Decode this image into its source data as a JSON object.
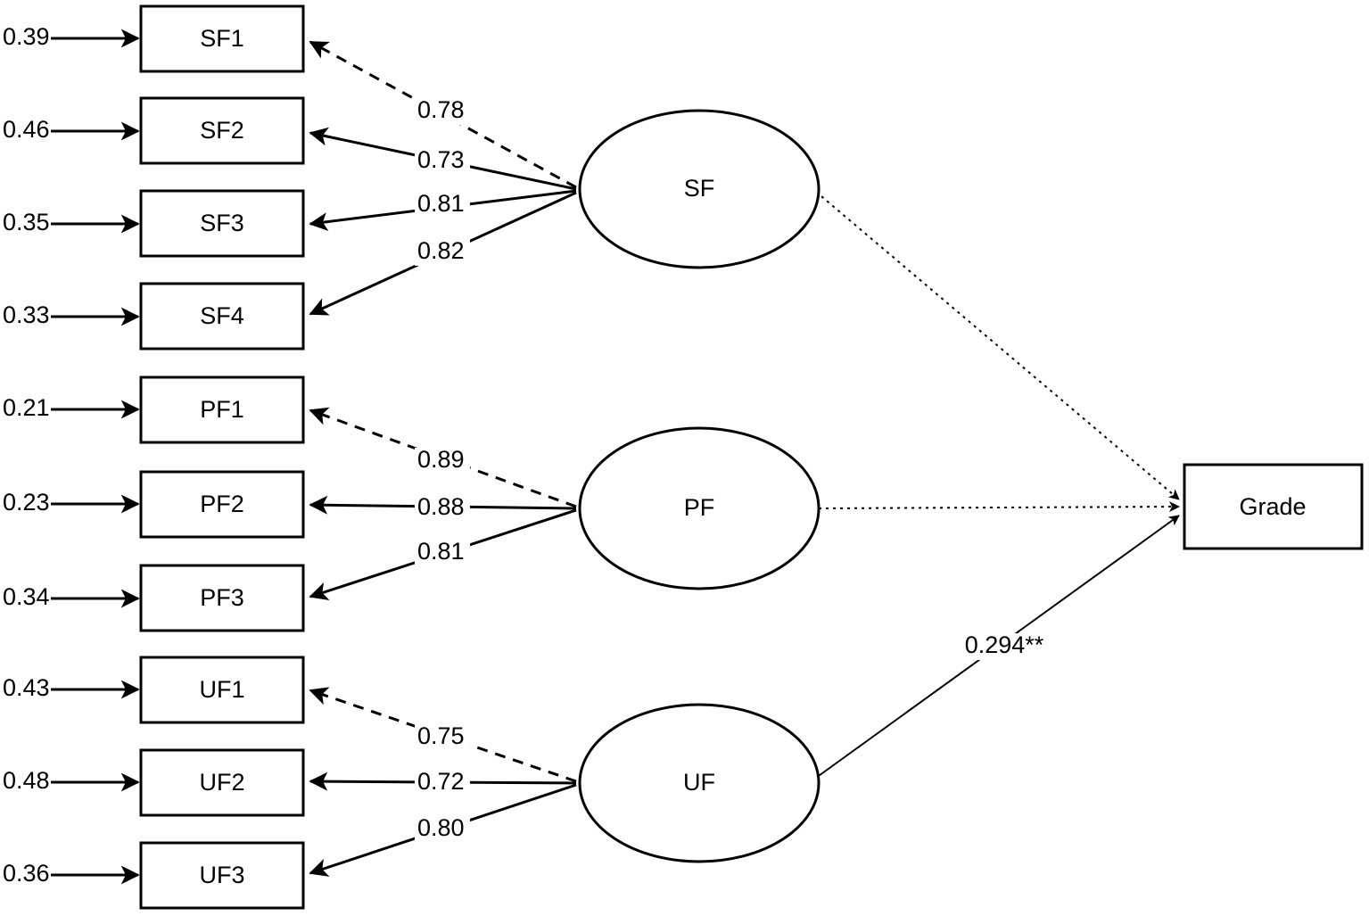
{
  "figure": {
    "type": "sem-path-diagram",
    "background_color": "#ffffff",
    "stroke_color": "#000000"
  },
  "indicators": [
    {
      "id": "SF1",
      "label": "SF1",
      "residual": "0.39",
      "loading": "0.78",
      "group": "SF",
      "line_style": "dashed"
    },
    {
      "id": "SF2",
      "label": "SF2",
      "residual": "0.46",
      "loading": "0.73",
      "group": "SF",
      "line_style": "solid"
    },
    {
      "id": "SF3",
      "label": "SF3",
      "residual": "0.35",
      "loading": "0.81",
      "group": "SF",
      "line_style": "solid"
    },
    {
      "id": "SF4",
      "label": "SF4",
      "residual": "0.33",
      "loading": "0.82",
      "group": "SF",
      "line_style": "solid"
    },
    {
      "id": "PF1",
      "label": "PF1",
      "residual": "0.21",
      "loading": "0.89",
      "group": "PF",
      "line_style": "dashed"
    },
    {
      "id": "PF2",
      "label": "PF2",
      "residual": "0.23",
      "loading": "0.88",
      "group": "PF",
      "line_style": "solid"
    },
    {
      "id": "PF3",
      "label": "PF3",
      "residual": "0.34",
      "loading": "0.81",
      "group": "PF",
      "line_style": "solid"
    },
    {
      "id": "UF1",
      "label": "UF1",
      "residual": "0.43",
      "loading": "0.75",
      "group": "UF",
      "line_style": "dashed"
    },
    {
      "id": "UF2",
      "label": "UF2",
      "residual": "0.48",
      "loading": "0.72",
      "group": "UF",
      "line_style": "solid"
    },
    {
      "id": "UF3",
      "label": "UF3",
      "residual": "0.36",
      "loading": "0.80",
      "group": "UF",
      "line_style": "solid"
    }
  ],
  "latent_factors": [
    {
      "id": "SF",
      "label": "SF"
    },
    {
      "id": "PF",
      "label": "PF"
    },
    {
      "id": "UF",
      "label": "UF"
    }
  ],
  "outcome": {
    "id": "Grade",
    "label": "Grade"
  },
  "structural_paths": [
    {
      "from": "SF",
      "to": "Grade",
      "coefficient": "",
      "line_style": "dotted"
    },
    {
      "from": "PF",
      "to": "Grade",
      "coefficient": "",
      "line_style": "dotted"
    },
    {
      "from": "UF",
      "to": "Grade",
      "coefficient": "0.294**",
      "line_style": "solid"
    }
  ],
  "chart_data": {
    "type": "diagram",
    "title": "",
    "measurement_model": {
      "SF": {
        "indicators": [
          "SF1",
          "SF2",
          "SF3",
          "SF4"
        ],
        "loadings": [
          0.78,
          0.73,
          0.81,
          0.82
        ],
        "residuals": [
          0.39,
          0.46,
          0.35,
          0.33
        ]
      },
      "PF": {
        "indicators": [
          "PF1",
          "PF2",
          "PF3"
        ],
        "loadings": [
          0.89,
          0.88,
          0.81
        ],
        "residuals": [
          0.21,
          0.23,
          0.34
        ]
      },
      "UF": {
        "indicators": [
          "UF1",
          "UF2",
          "UF3"
        ],
        "loadings": [
          0.75,
          0.72,
          0.8
        ],
        "residuals": [
          0.43,
          0.48,
          0.36
        ]
      }
    },
    "structural_model": {
      "paths": [
        {
          "from": "SF",
          "to": "Grade",
          "estimate": null,
          "significance": null
        },
        {
          "from": "PF",
          "to": "Grade",
          "estimate": null,
          "significance": null
        },
        {
          "from": "UF",
          "to": "Grade",
          "estimate": 0.294,
          "significance": "**"
        }
      ]
    }
  }
}
